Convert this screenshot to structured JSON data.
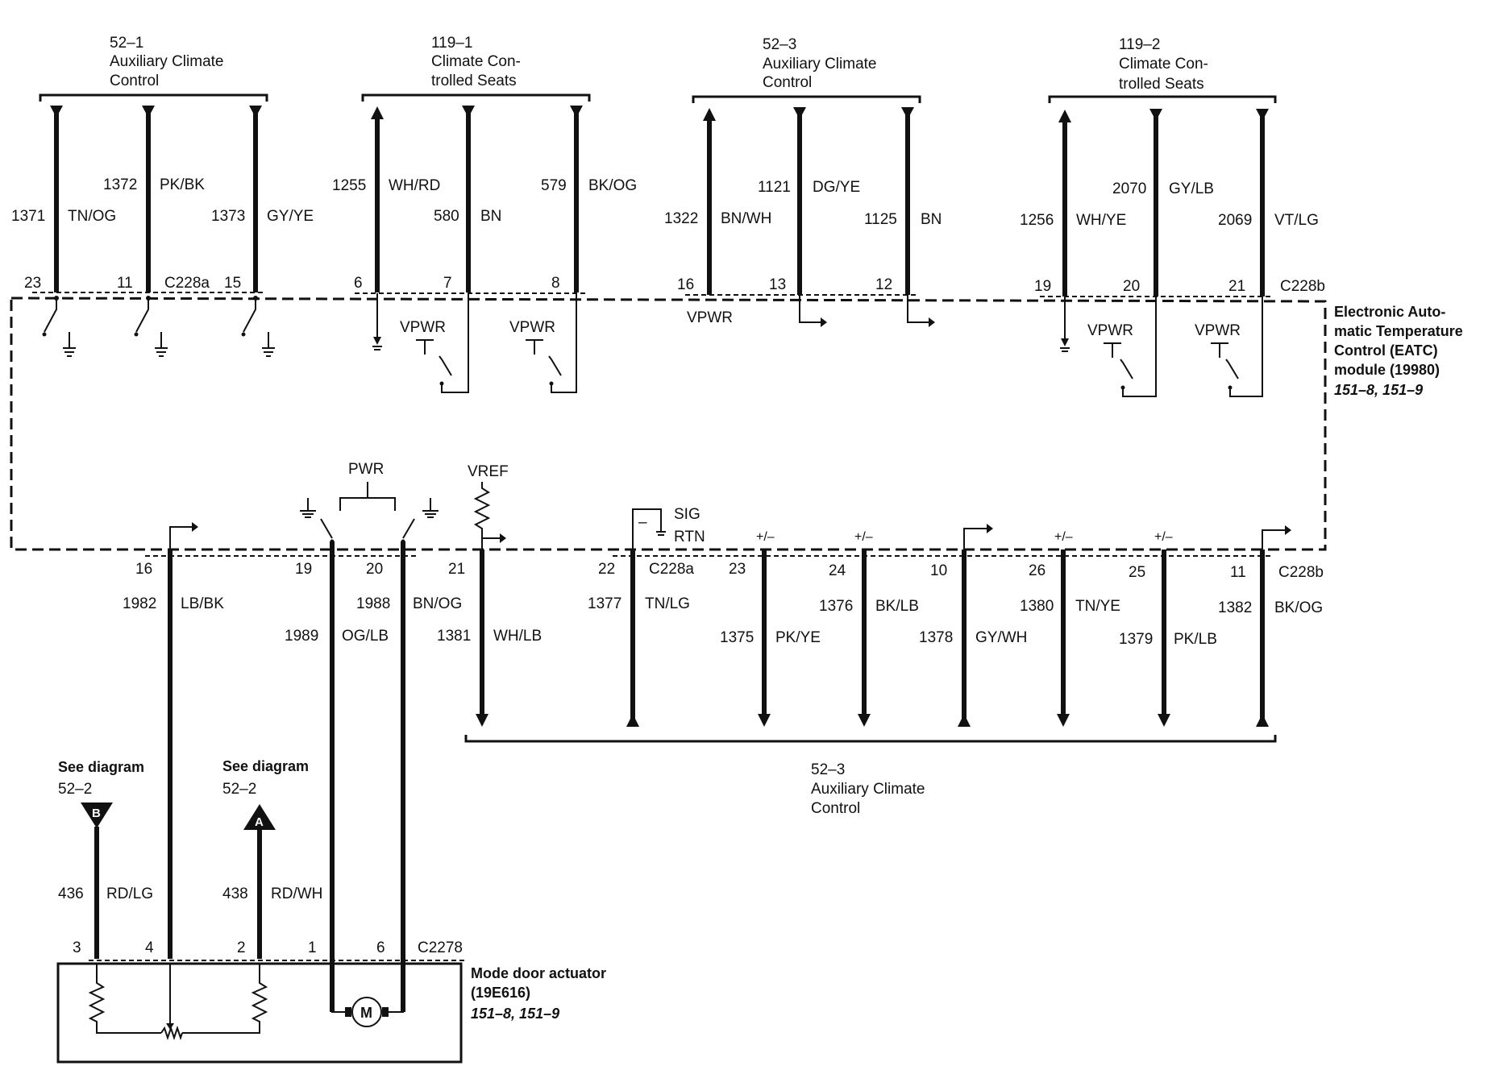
{
  "connectors": {
    "c228a": "C228a",
    "c228b": "C228b",
    "c2278": "C2278"
  },
  "module": {
    "title_lines": [
      "Electronic Auto-",
      "matic Temperature",
      "Control (EATC)",
      "module (19980)"
    ],
    "refs": "151–8, 151–9"
  },
  "actuator": {
    "title_lines": [
      "Mode door actuator",
      "(19E616)"
    ],
    "refs": "151–8, 151–9",
    "motor_label": "M"
  },
  "top_groups": [
    {
      "number": "52–1",
      "lines": [
        "Auxiliary Climate",
        "Control"
      ]
    },
    {
      "number": "119–1",
      "lines": [
        "Climate Con-",
        "trolled Seats"
      ]
    },
    {
      "number": "52–3",
      "lines": [
        "Auxiliary Climate",
        "Control"
      ]
    },
    {
      "number": "119–2",
      "lines": [
        "Climate Con-",
        "trolled Seats"
      ]
    }
  ],
  "top_wires": [
    {
      "circuit": "1371",
      "color": "TN/OG",
      "pin": "23"
    },
    {
      "circuit": "1372",
      "color": "PK/BK",
      "pin": "11"
    },
    {
      "circuit": "1373",
      "color": "GY/YE",
      "pin": "15"
    },
    {
      "circuit": "1255",
      "color": "WH/RD",
      "pin": "6"
    },
    {
      "circuit": "580",
      "color": "BN",
      "pin": "7"
    },
    {
      "circuit": "579",
      "color": "BK/OG",
      "pin": "8"
    },
    {
      "circuit": "1322",
      "color": "BN/WH",
      "pin": "16"
    },
    {
      "circuit": "1121",
      "color": "DG/YE",
      "pin": "13"
    },
    {
      "circuit": "1125",
      "color": "BN",
      "pin": "12"
    },
    {
      "circuit": "1256",
      "color": "WH/YE",
      "pin": "19"
    },
    {
      "circuit": "2070",
      "color": "GY/LB",
      "pin": "20"
    },
    {
      "circuit": "2069",
      "color": "VT/LG",
      "pin": "21"
    }
  ],
  "bottom_wires": [
    {
      "circuit": "1982",
      "color": "LB/BK",
      "pin": "16"
    },
    {
      "circuit": "1989",
      "color": "OG/LB",
      "pin": "19"
    },
    {
      "circuit": "1988",
      "color": "BN/OG",
      "pin": "20"
    },
    {
      "circuit": "1381",
      "color": "WH/LB",
      "pin": "21"
    },
    {
      "circuit": "1377",
      "color": "TN/LG",
      "pin": "22"
    },
    {
      "circuit": "1375",
      "color": "PK/YE",
      "pin": "23"
    },
    {
      "circuit": "1376",
      "color": "BK/LB",
      "pin": "24"
    },
    {
      "circuit": "1378",
      "color": "GY/WH",
      "pin": "10"
    },
    {
      "circuit": "1380",
      "color": "TN/YE",
      "pin": "26"
    },
    {
      "circuit": "1379",
      "color": "PK/LB",
      "pin": "25"
    },
    {
      "circuit": "1382",
      "color": "BK/OG",
      "pin": "11"
    }
  ],
  "internal_labels": {
    "vpwr": "VPWR",
    "pwr": "PWR",
    "vref": "VREF",
    "sig": "SIG",
    "rtn": "RTN",
    "plus_minus": "+/–",
    "minus": "–"
  },
  "bottom_group": {
    "number": "52–3",
    "lines": [
      "Auxiliary Climate",
      "Control"
    ]
  },
  "see_diagrams": [
    {
      "text": "See diagram",
      "ref": "52–2",
      "letter": "B",
      "circuit": "436",
      "color": "RD/LG"
    },
    {
      "text": "See diagram",
      "ref": "52–2",
      "letter": "A",
      "circuit": "438",
      "color": "RD/WH"
    }
  ],
  "actuator_pins": [
    "3",
    "4",
    "2",
    "1",
    "6"
  ]
}
